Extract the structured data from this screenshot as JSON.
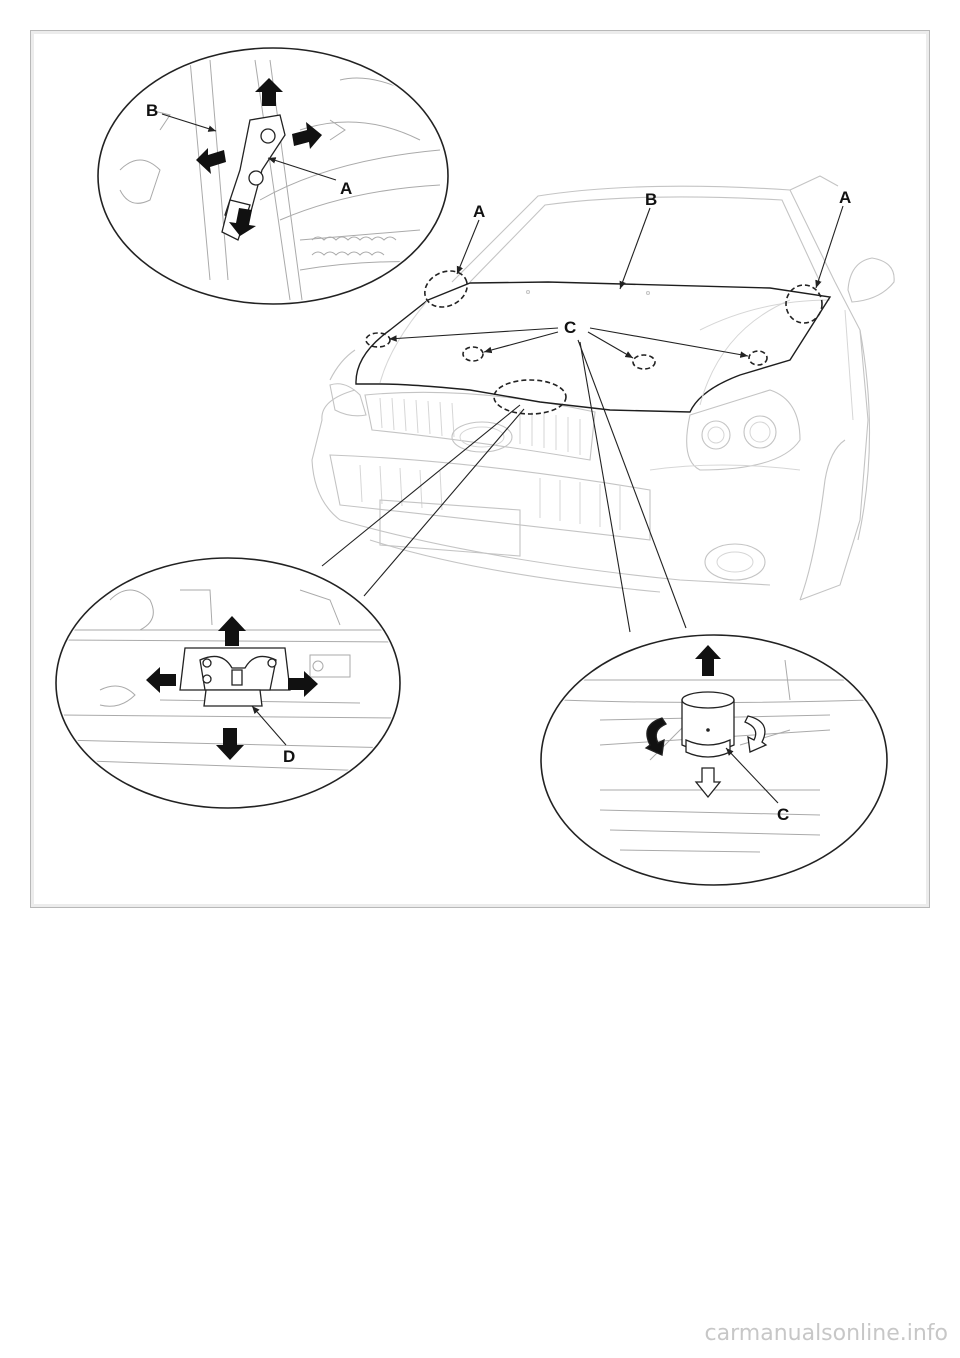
{
  "labels": {
    "hinge": "A",
    "hood": "B",
    "bumper": "C",
    "latch": "D"
  },
  "watermark": "carmanualsonline.info",
  "colors": {
    "line": "#222222",
    "faint": "#c4c4c4",
    "frame": "#b8b8b8"
  }
}
